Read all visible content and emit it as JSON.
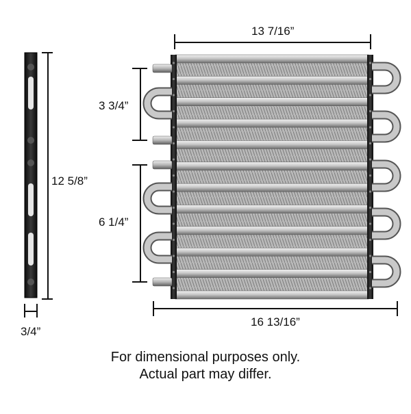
{
  "dimensions": {
    "top_width": "13 7/16”",
    "overall_width": "16 13/16”",
    "height": "12 5/8”",
    "thickness": "3/4”",
    "upper_port_spacing": "3 3/4”",
    "lower_port_spacing": "6 1/4”"
  },
  "disclaimer": {
    "line1": "For dimensional purposes only.",
    "line2": "Actual part may differ."
  },
  "colors": {
    "line": "#111111",
    "tank": "#1f1f1f",
    "tube_light": "#d9d9d9",
    "tube_dark": "#6f6f6f",
    "fin": "#9a9a9a"
  }
}
